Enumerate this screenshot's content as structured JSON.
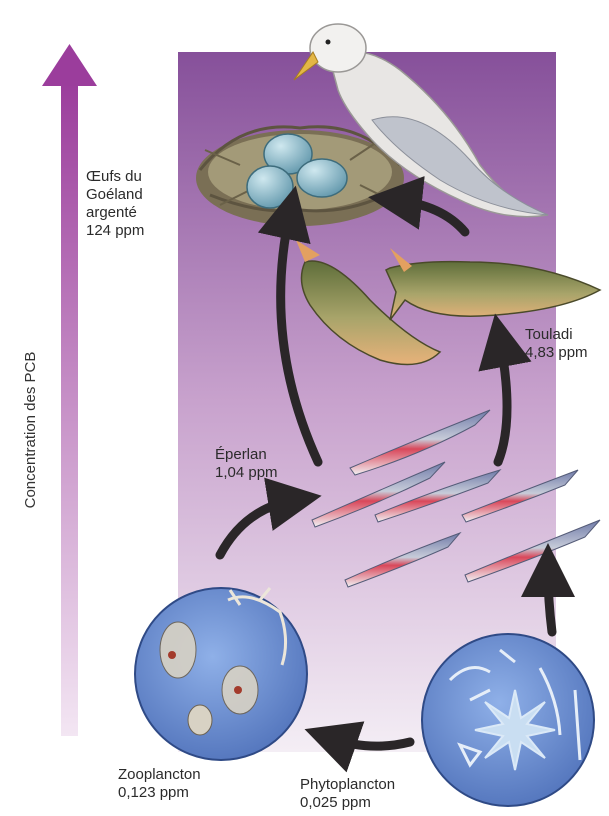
{
  "axis": {
    "label": "Concentration des PCB"
  },
  "colors": {
    "panel_top": "#8a4f95",
    "panel_bottom": "#f2ecf3",
    "arrow": "#2a2628",
    "circle_fill": "#6f8fcf"
  },
  "nodes": {
    "gull_eggs": {
      "line1": "Œufs du",
      "line2": "Goéland",
      "line3": "argenté",
      "value": "124 ppm"
    },
    "trout": {
      "name": "Touladi",
      "value": "4,83 ppm"
    },
    "smelt": {
      "name": "Éperlan",
      "value": "1,04 ppm"
    },
    "zooplankton": {
      "name": "Zooplancton",
      "value": "0,123 ppm"
    },
    "phytoplankton": {
      "name": "Phytoplancton",
      "value": "0,025 ppm"
    }
  }
}
